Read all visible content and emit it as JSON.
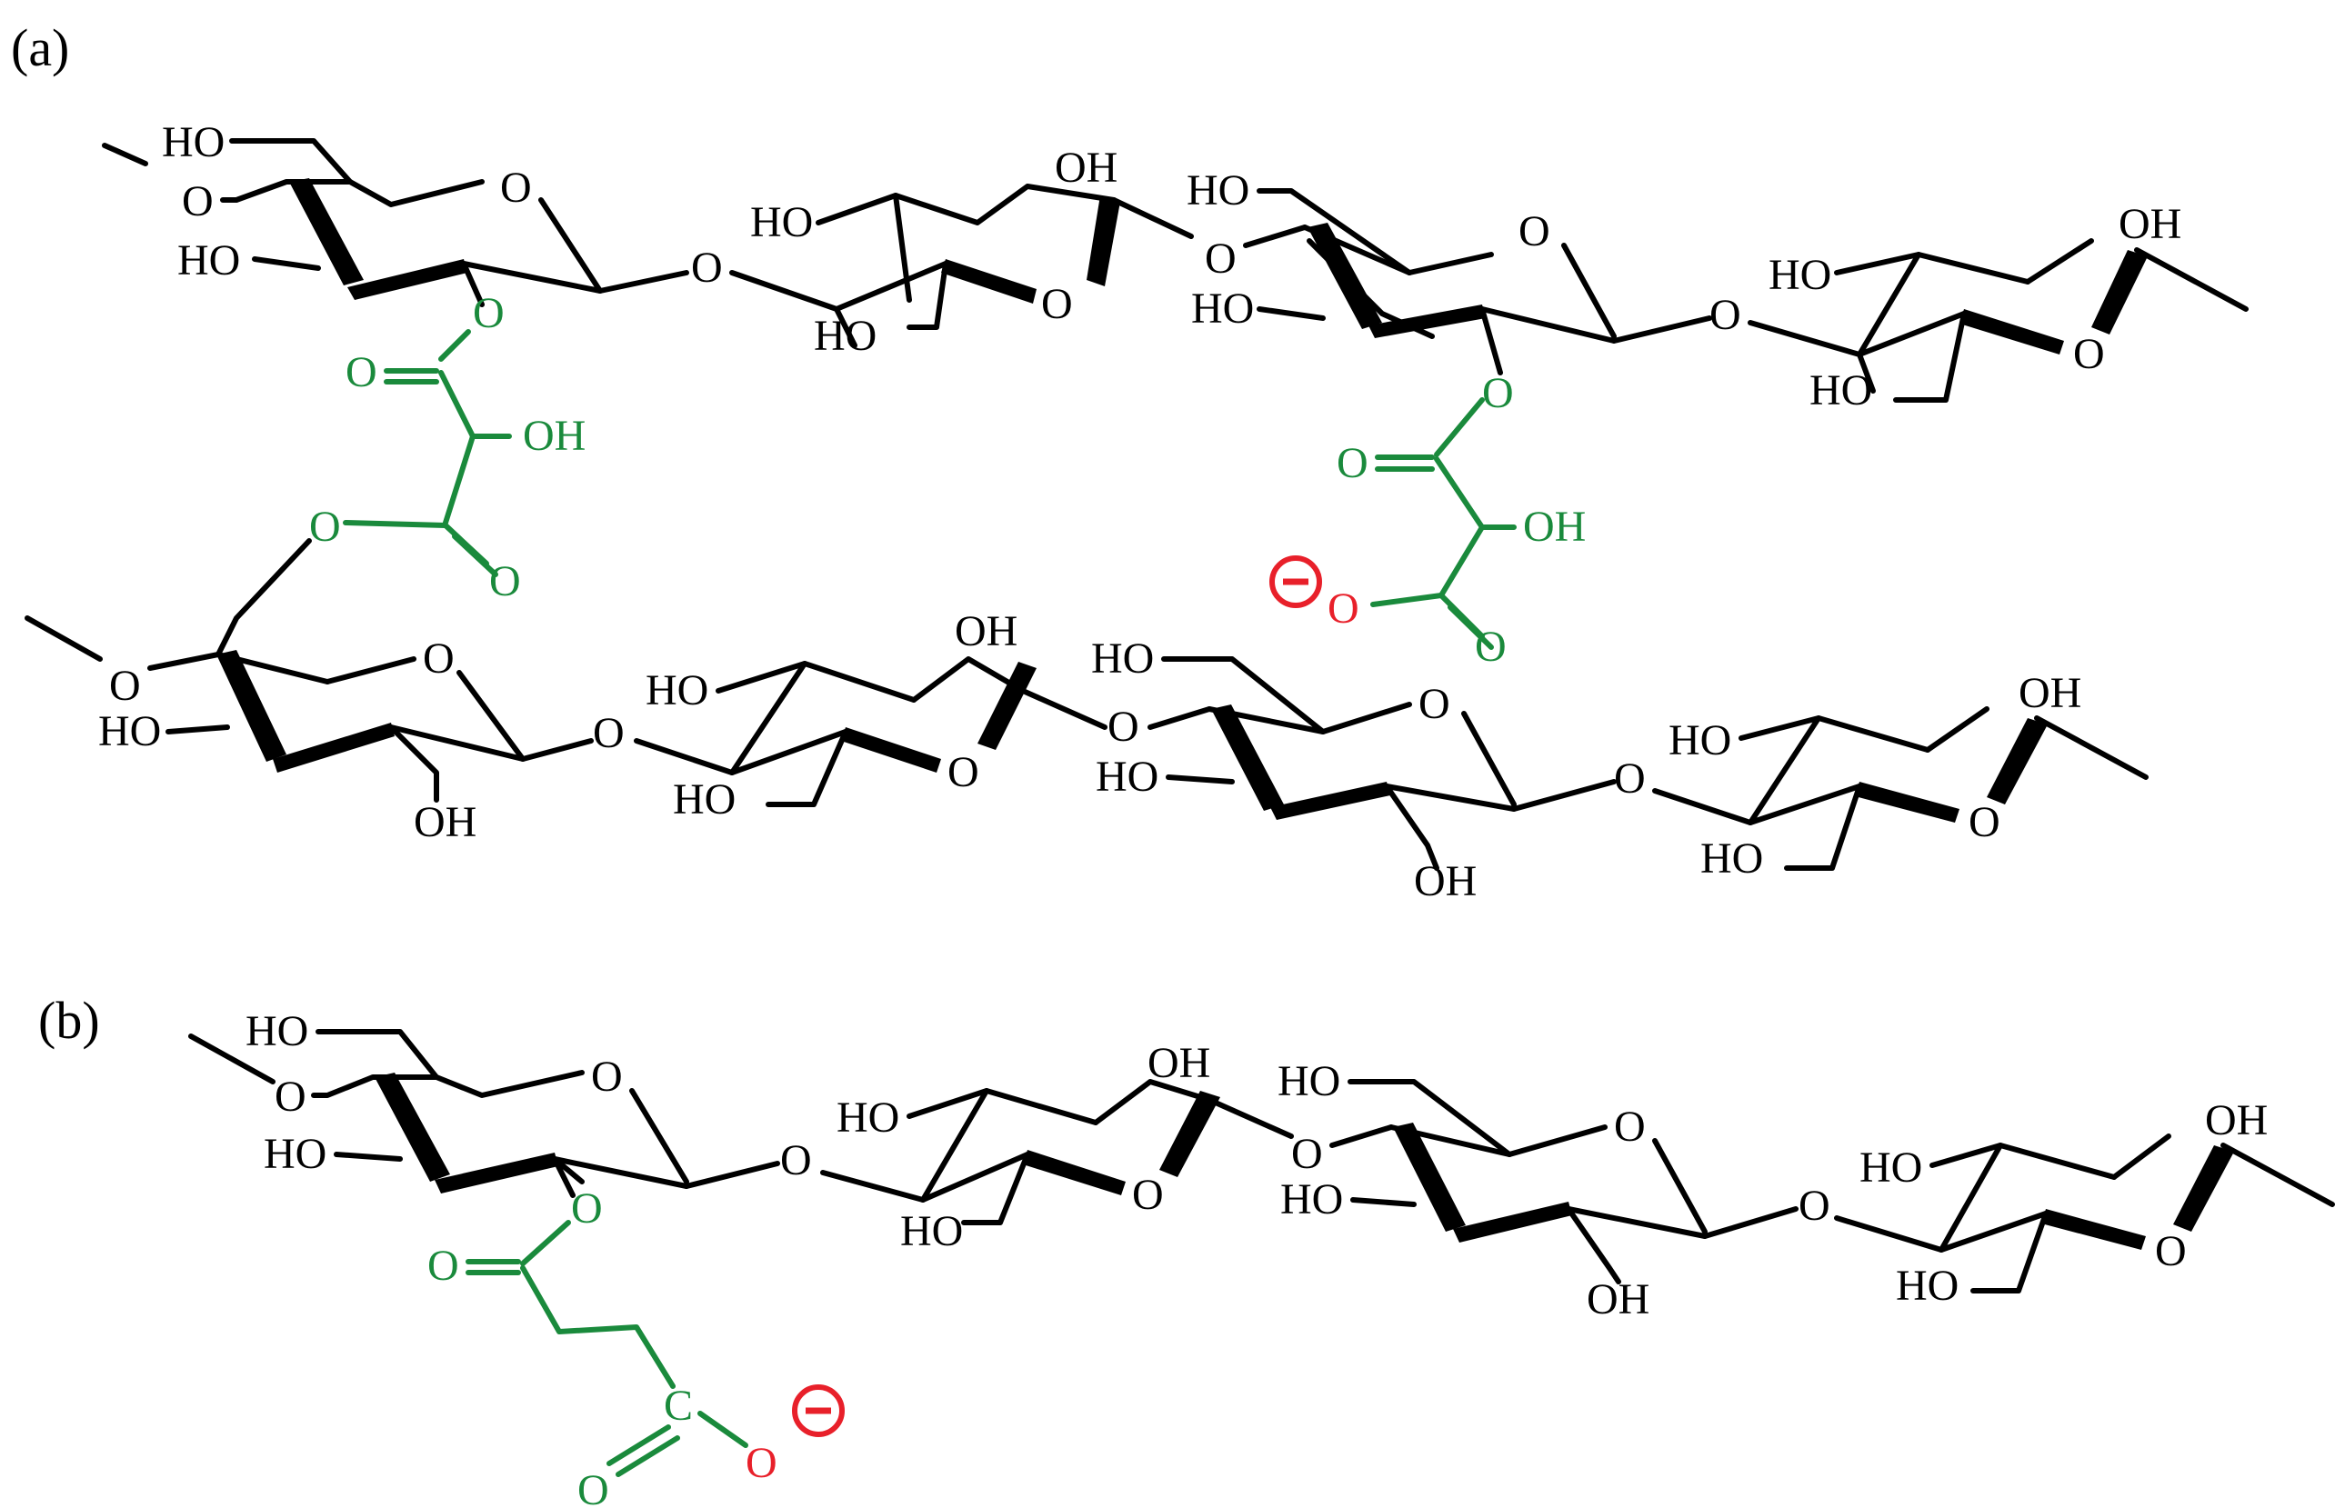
{
  "panels": {
    "a": "(a)",
    "b": "(b)"
  },
  "atoms": {
    "ho": "HO",
    "oh": "OH",
    "o": "O",
    "c": "C"
  },
  "colors": {
    "bond": "#000000",
    "linker": "#1a8a3c",
    "charge": "#e8202a"
  }
}
